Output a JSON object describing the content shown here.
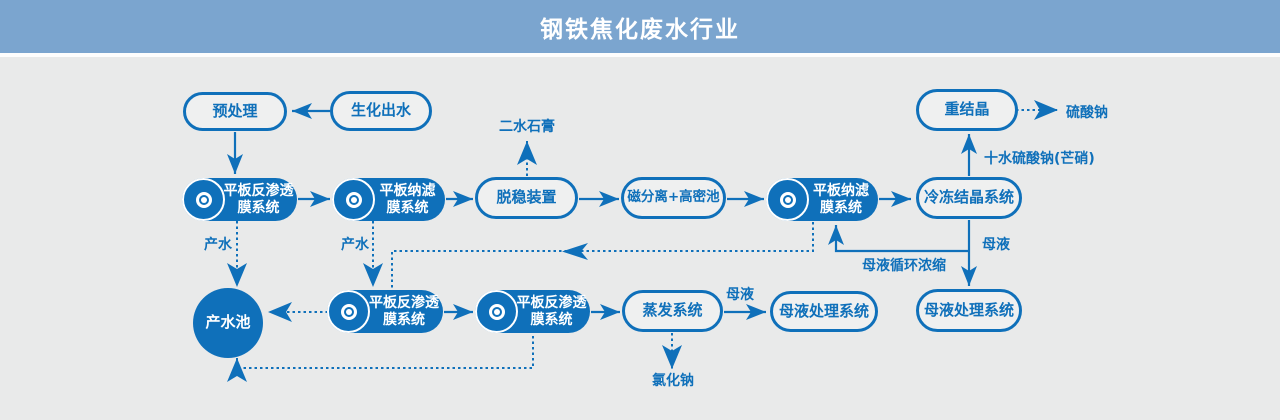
{
  "header": {
    "title": "钢铁焦化废水行业"
  },
  "colors": {
    "primary_blue": "#0f70ba",
    "header_blue": "#7ba5cf",
    "background": "#e9eaea"
  },
  "nodes": {
    "pretreatment": "预处理",
    "biochemical_effluent": "生化出水",
    "recrystallization": "重结晶",
    "ro_system_1": "平板反渗透\n膜系统",
    "nf_system_1": "平板纳滤\n膜系统",
    "destabilization": "脱稳装置",
    "magnetic_separation": "磁分离+高密池",
    "nf_system_2": "平板纳滤\n膜系统",
    "freeze_crystallization": "冷冻结晶系统",
    "product_water_pool": "产水池",
    "ro_system_2": "平板反渗透\n膜系统",
    "ro_system_3": "平板反渗透\n膜系统",
    "evaporation": "蒸发系统",
    "ml_treatment_bottom": "母液处理系统",
    "ml_treatment_right": "母液处理系统"
  },
  "labels": {
    "gypsum": "二水石膏",
    "sodium_sulfate": "硫酸钠",
    "sodium_sulfate_decahydrate": "十水硫酸钠(芒硝)",
    "product_water_1": "产水",
    "product_water_2": "产水",
    "mother_liquor_top": "母液",
    "mother_liquor_recycle": "母液循环浓缩",
    "mother_liquor_evap": "母液",
    "sodium_chloride": "氯化钠"
  },
  "edges": [
    {
      "from": "biochemical_effluent",
      "to": "pretreatment",
      "style": "solid"
    },
    {
      "from": "pretreatment",
      "to": "ro_system_1",
      "style": "solid"
    },
    {
      "from": "ro_system_1",
      "to": "nf_system_1",
      "style": "solid"
    },
    {
      "from": "nf_system_1",
      "to": "destabilization",
      "style": "solid"
    },
    {
      "from": "destabilization",
      "to": "magnetic_separation",
      "style": "solid"
    },
    {
      "from": "magnetic_separation",
      "to": "nf_system_2",
      "style": "solid"
    },
    {
      "from": "nf_system_2",
      "to": "freeze_crystallization",
      "style": "solid"
    },
    {
      "from": "freeze_crystallization",
      "to": "recrystallization",
      "style": "solid",
      "label": "十水硫酸钠(芒硝)"
    },
    {
      "from": "recrystallization",
      "to": "sodium_sulfate",
      "style": "dotted"
    },
    {
      "from": "destabilization",
      "to": "gypsum",
      "style": "dotted"
    },
    {
      "from": "ro_system_1",
      "to": "product_water_pool",
      "style": "dotted",
      "label": "产水"
    },
    {
      "from": "nf_system_1",
      "to": "ro_system_2",
      "style": "dotted",
      "label": "产水"
    },
    {
      "from": "nf_system_2",
      "to": "ro_system_2",
      "style": "dotted"
    },
    {
      "from": "ro_system_2",
      "to": "product_water_pool",
      "style": "dotted"
    },
    {
      "from": "ro_system_2",
      "to": "ro_system_3",
      "style": "solid"
    },
    {
      "from": "ro_system_3",
      "to": "evaporation",
      "style": "solid"
    },
    {
      "from": "evaporation",
      "to": "ml_treatment_bottom",
      "style": "solid",
      "label": "母液"
    },
    {
      "from": "evaporation",
      "to": "sodium_chloride",
      "style": "dotted"
    },
    {
      "from": "ro_system_3",
      "to": "product_water_pool",
      "style": "dotted"
    },
    {
      "from": "freeze_crystallization",
      "to": "ml_treatment_right",
      "style": "solid",
      "label": "母液"
    },
    {
      "from": "freeze_crystallization",
      "to": "nf_system_2",
      "style": "solid",
      "label": "母液循环浓缩"
    }
  ]
}
